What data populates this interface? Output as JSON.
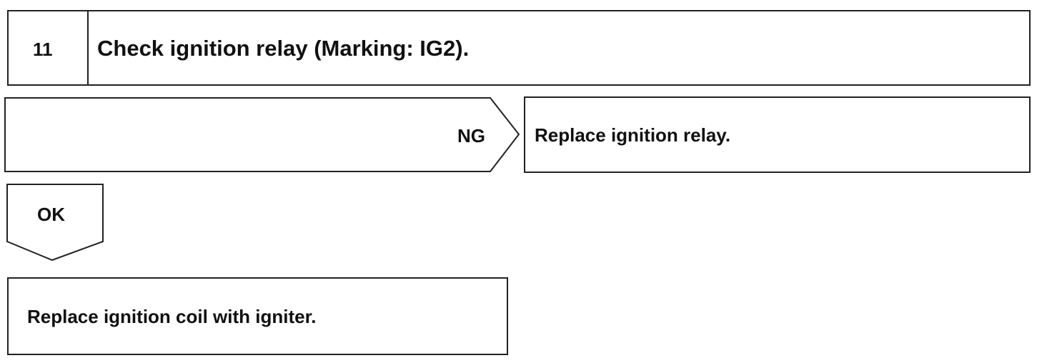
{
  "step": {
    "number": "11",
    "title": "Check ignition relay (Marking: IG2)."
  },
  "ng_branch": {
    "label": "NG",
    "action": "Replace ignition relay."
  },
  "ok_branch": {
    "label": "OK",
    "action": "Replace ignition coil with igniter."
  },
  "colors": {
    "line": "#222222",
    "background": "#ffffff",
    "text": "#111111"
  }
}
